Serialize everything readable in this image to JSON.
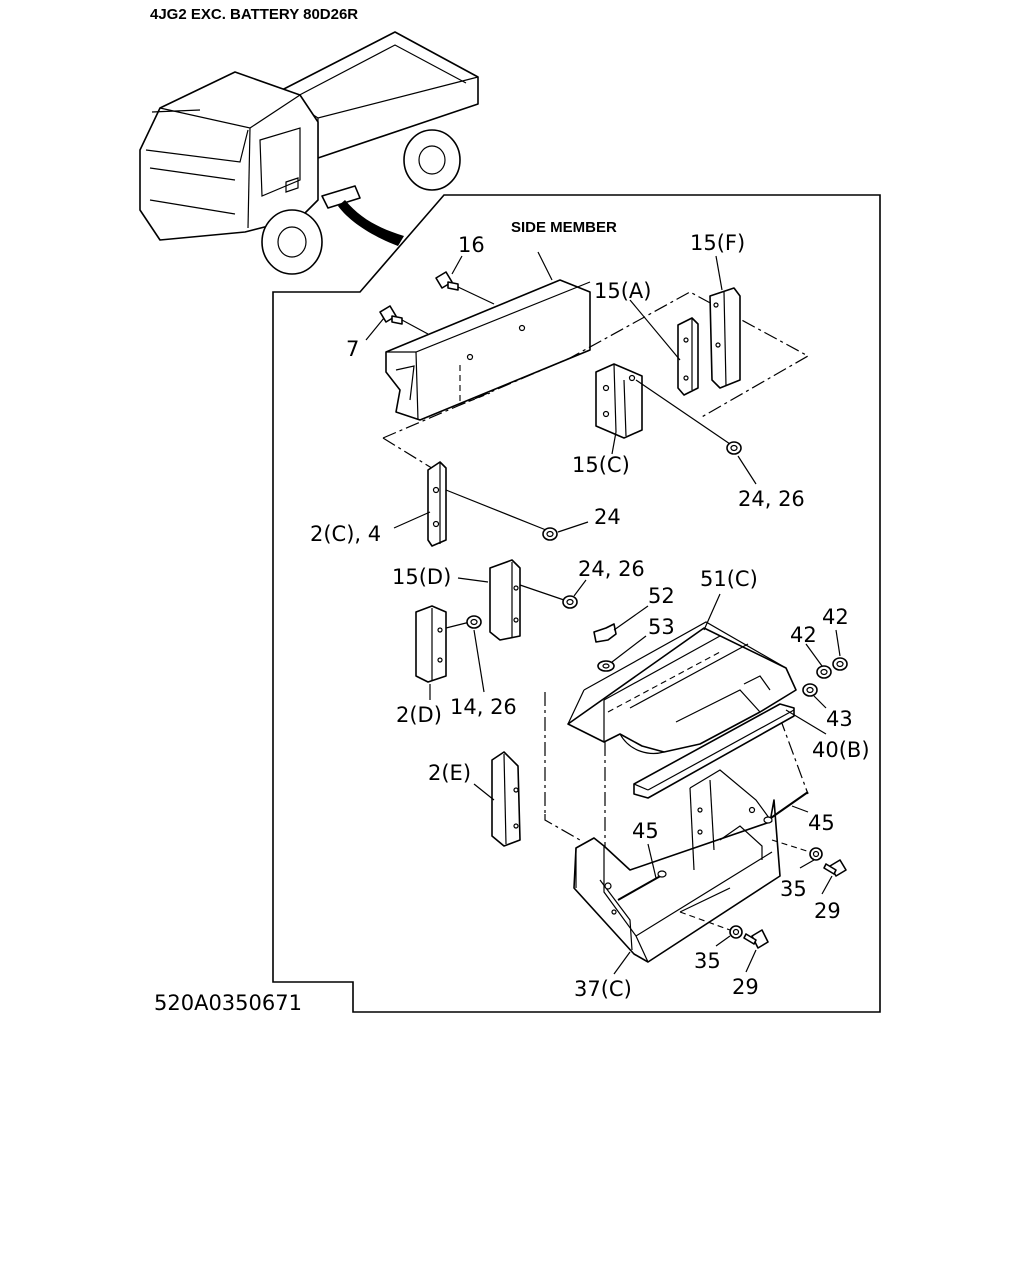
{
  "header": {
    "title": "4JG2  EXC. BATTERY   80D26R"
  },
  "figure_id": "520A0350671",
  "labels": {
    "side_member": "SIDE MEMBER",
    "p16": "16",
    "p7": "7",
    "p15F": "15(F)",
    "p15A": "15(A)",
    "p15C": "15(C)",
    "p24_26_top": "24, 26",
    "p2C_4": "2(C), 4",
    "p24": "24",
    "p15D": "15(D)",
    "p24_26_mid": "24, 26",
    "p52": "52",
    "p53": "53",
    "p51C": "51(C)",
    "p42a": "42",
    "p42b": "42",
    "p43": "43",
    "p40B": "40(B)",
    "p2D": "2(D)",
    "p14_26": "14, 26",
    "p2E": "2(E)",
    "p45a": "45",
    "p45b": "45",
    "p35a": "35",
    "p29a": "29",
    "p35b": "35",
    "p29b": "29",
    "p37C": "37(C)"
  }
}
